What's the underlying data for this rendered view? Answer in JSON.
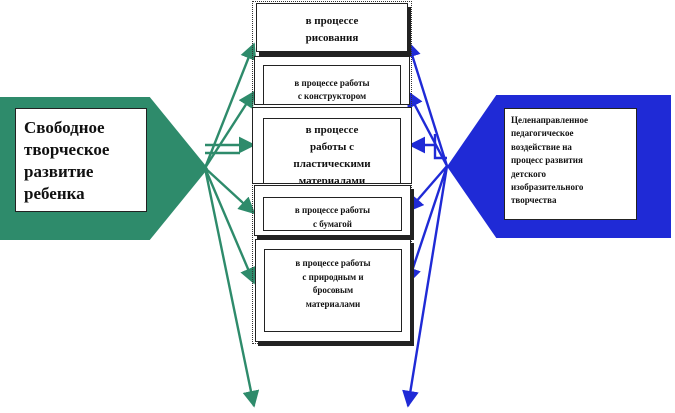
{
  "left_block": {
    "lines": [
      "Свободное",
      "творческое",
      "развитие",
      "ребенка"
    ]
  },
  "right_block": {
    "lines": [
      "Целенаправленное",
      "педагогическое",
      "воздействие  на",
      "процесс  развития",
      "детского",
      "изобразительного",
      "творчества"
    ]
  },
  "activities": [
    {
      "lines": [
        "в процессе",
        "рисования"
      ]
    },
    {
      "lines": [
        "в процессе  работы",
        "с конструктором"
      ]
    },
    {
      "lines": [
        "в процессе",
        "работы с",
        "пластическими",
        "материалами"
      ]
    },
    {
      "lines": [
        "в процессе  работы",
        "с бумагой"
      ]
    },
    {
      "lines": [
        "в процессе  работы",
        "с природным   и",
        "бросовым",
        "материалами"
      ]
    }
  ],
  "colors": {
    "left_accent": "#2e8b6b",
    "right_accent": "#1f2ad6"
  }
}
